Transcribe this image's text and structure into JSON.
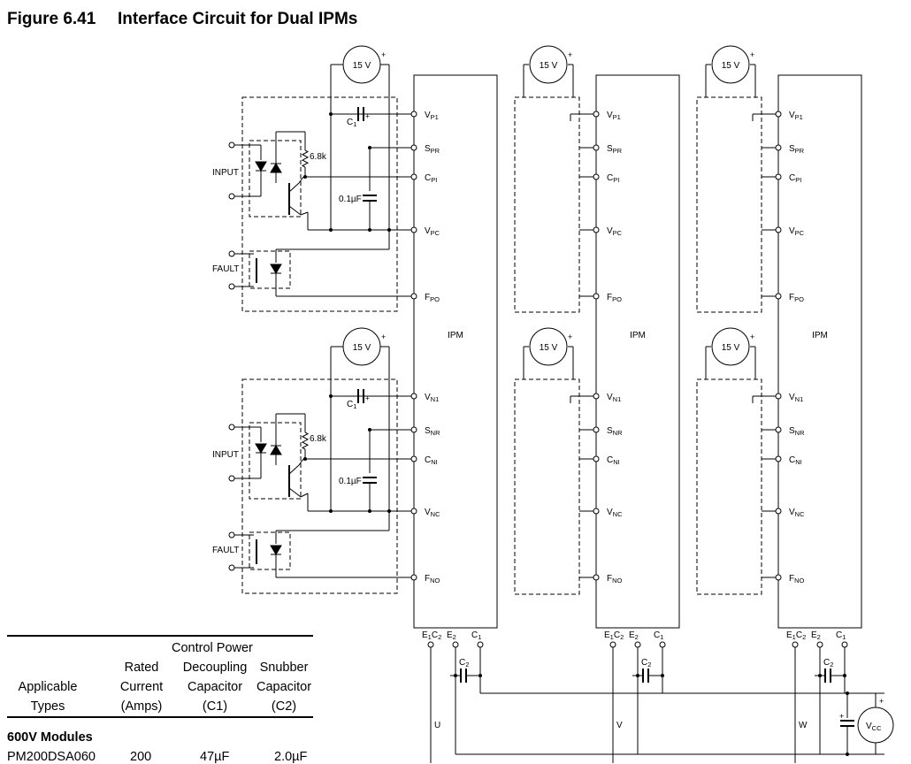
{
  "figure": {
    "number": "Figure 6.41",
    "title": "Interface Circuit for Dual IPMs"
  },
  "circuit": {
    "supply_label": "15 V",
    "plus": "+",
    "pins_upper": [
      "VP1",
      "SPR",
      "CPI",
      "VPC",
      "FPO"
    ],
    "pins_lower": [
      "VN1",
      "SNR",
      "CNI",
      "VNC",
      "FNO"
    ],
    "ipm_label": "IPM",
    "bottom_pins": [
      "E1C2",
      "E2",
      "C1"
    ],
    "input_label": "INPUT",
    "fault_label": "FAULT",
    "resistor_label": "6.8k",
    "cap_label": "0.1µF",
    "c1_label": "C1",
    "c2_label": "C2",
    "phases": [
      "U",
      "V",
      "W"
    ],
    "vcc_label": "VCC"
  },
  "spec_table": {
    "group_header": "Control Power",
    "col1": [
      "Applicable",
      "Types"
    ],
    "col2": [
      "Rated",
      "Current",
      "(Amps)"
    ],
    "col3": [
      "Decoupling",
      "Capacitor",
      "(C1)"
    ],
    "col4": [
      "Snubber",
      "Capacitor",
      "(C2)"
    ],
    "section": "600V Modules",
    "row": [
      "PM200DSA060",
      "200",
      "47µF",
      "2.0µF"
    ]
  }
}
